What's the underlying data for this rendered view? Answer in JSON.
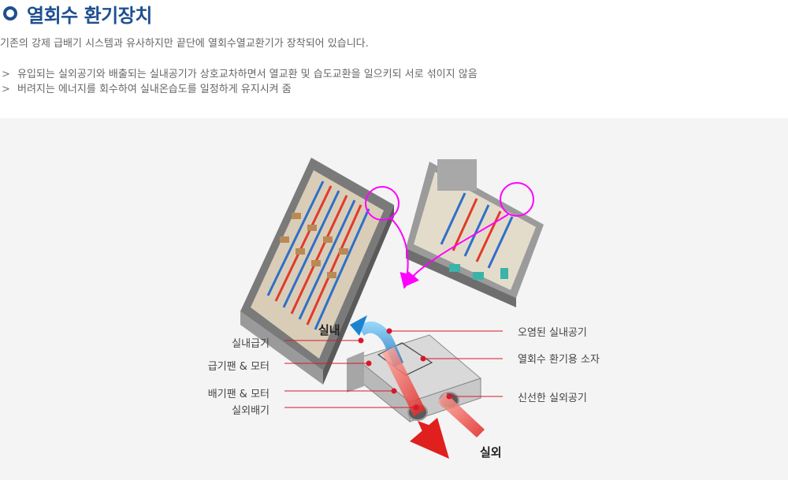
{
  "title": "열회수 환기장치",
  "intro": "기존의 강제 급배기 시스템과 유사하지만 끝단에 열회수열교환기가 장착되어 있습니다.",
  "bullets": [
    "유입되는 실외공기와 배출되는 실내공기가 상호교차하면서 열교환 및 습도교환을 일으키되 서로 섞이지 않음",
    "버려지는 에너지를 회수하여 실내온습도를 일정하게 유지시켜 줌"
  ],
  "bullet_marker": ">",
  "labels": {
    "indoor": "실내",
    "outdoor": "실외",
    "supply_indoor": "실내급기",
    "supply_fan": "급기팬 & 모터",
    "exhaust_fan": "배기팬 & 모터",
    "exhaust_outdoor": "실외배기",
    "polluted_air": "오염된 실내공기",
    "heat_element": "열회수 환기용 소자",
    "fresh_air": "신선한 실외공기"
  },
  "colors": {
    "title": "#1f4f8f",
    "leader": "#d7182a",
    "highlight": "#ff00ff",
    "supply": "#2a9ad8",
    "exhaust": "#e0201e"
  }
}
